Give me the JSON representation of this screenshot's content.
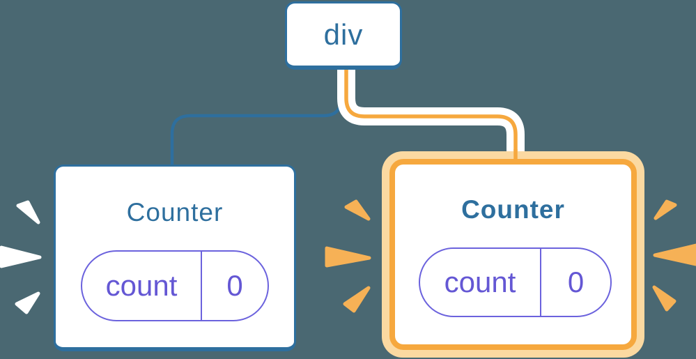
{
  "diagram": {
    "description": "React render tree diagram: a div root with two Counter children; the right Counter is highlighted as newly rendered",
    "root": {
      "label": "div"
    },
    "children": [
      {
        "title": "Counter",
        "state": {
          "name": "count",
          "value": "0"
        },
        "highlighted": false,
        "spark_color_name": "white"
      },
      {
        "title": "Counter",
        "state": {
          "name": "count",
          "value": "0"
        },
        "highlighted": true,
        "spark_color_name": "orange"
      }
    ]
  },
  "icons": {
    "left_card_sparks": "spark-burst-white",
    "right_card_sparks": "spark-burst-orange"
  },
  "colors": {
    "background": "#4a6872",
    "node_border_blue": "#2e6f9e",
    "node_text_blue": "#2e6f9e",
    "connector_blue": "#2e6f9e",
    "connector_orange": "#f6a83e",
    "connector_casing": "#ffffff",
    "highlight_ring_orange": "#f6a83e",
    "highlight_ring_cream": "#fbd9a1",
    "pill_purple": "#6b62dd",
    "pill_text_purple": "#6457d4",
    "spark_white": "#ffffff",
    "spark_orange": "#f6b156",
    "card_background": "#ffffff"
  }
}
